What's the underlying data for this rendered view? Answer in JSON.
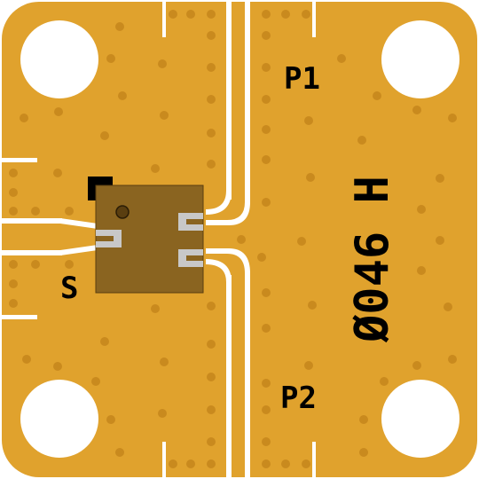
{
  "labels": {
    "port1": "P1",
    "port2": "P2",
    "signal": "S",
    "part_number": "Ø046 H"
  },
  "colors": {
    "gold": "#E0A22D",
    "via": "#C98A1E",
    "trace_gap": "#FFFFFF",
    "chip": "#8A6420",
    "pad": "#C8C8C8",
    "marker": "#000000"
  }
}
